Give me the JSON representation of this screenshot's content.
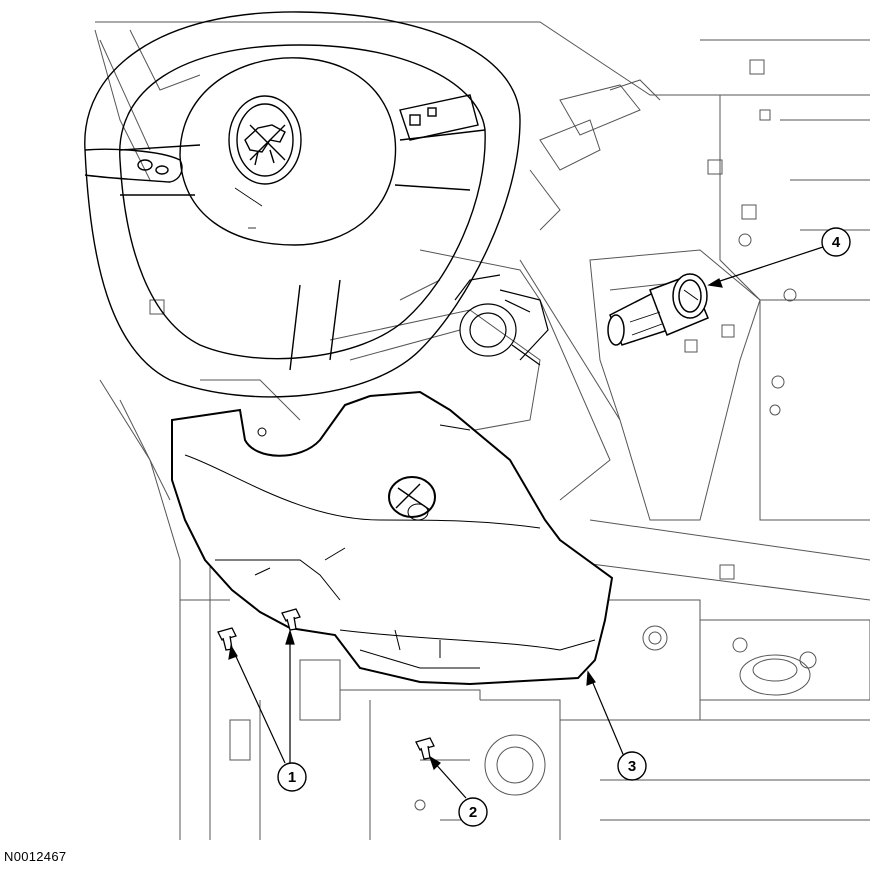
{
  "figure": {
    "id": "N0012467",
    "callouts": [
      {
        "number": "1",
        "part": "cover-fastener-pair"
      },
      {
        "number": "2",
        "part": "lower-fastener"
      },
      {
        "number": "3",
        "part": "steering-column-lower-shroud"
      },
      {
        "number": "4",
        "part": "ignition-lock-cylinder"
      }
    ],
    "line_color": "#000000",
    "background": "#ffffff"
  }
}
